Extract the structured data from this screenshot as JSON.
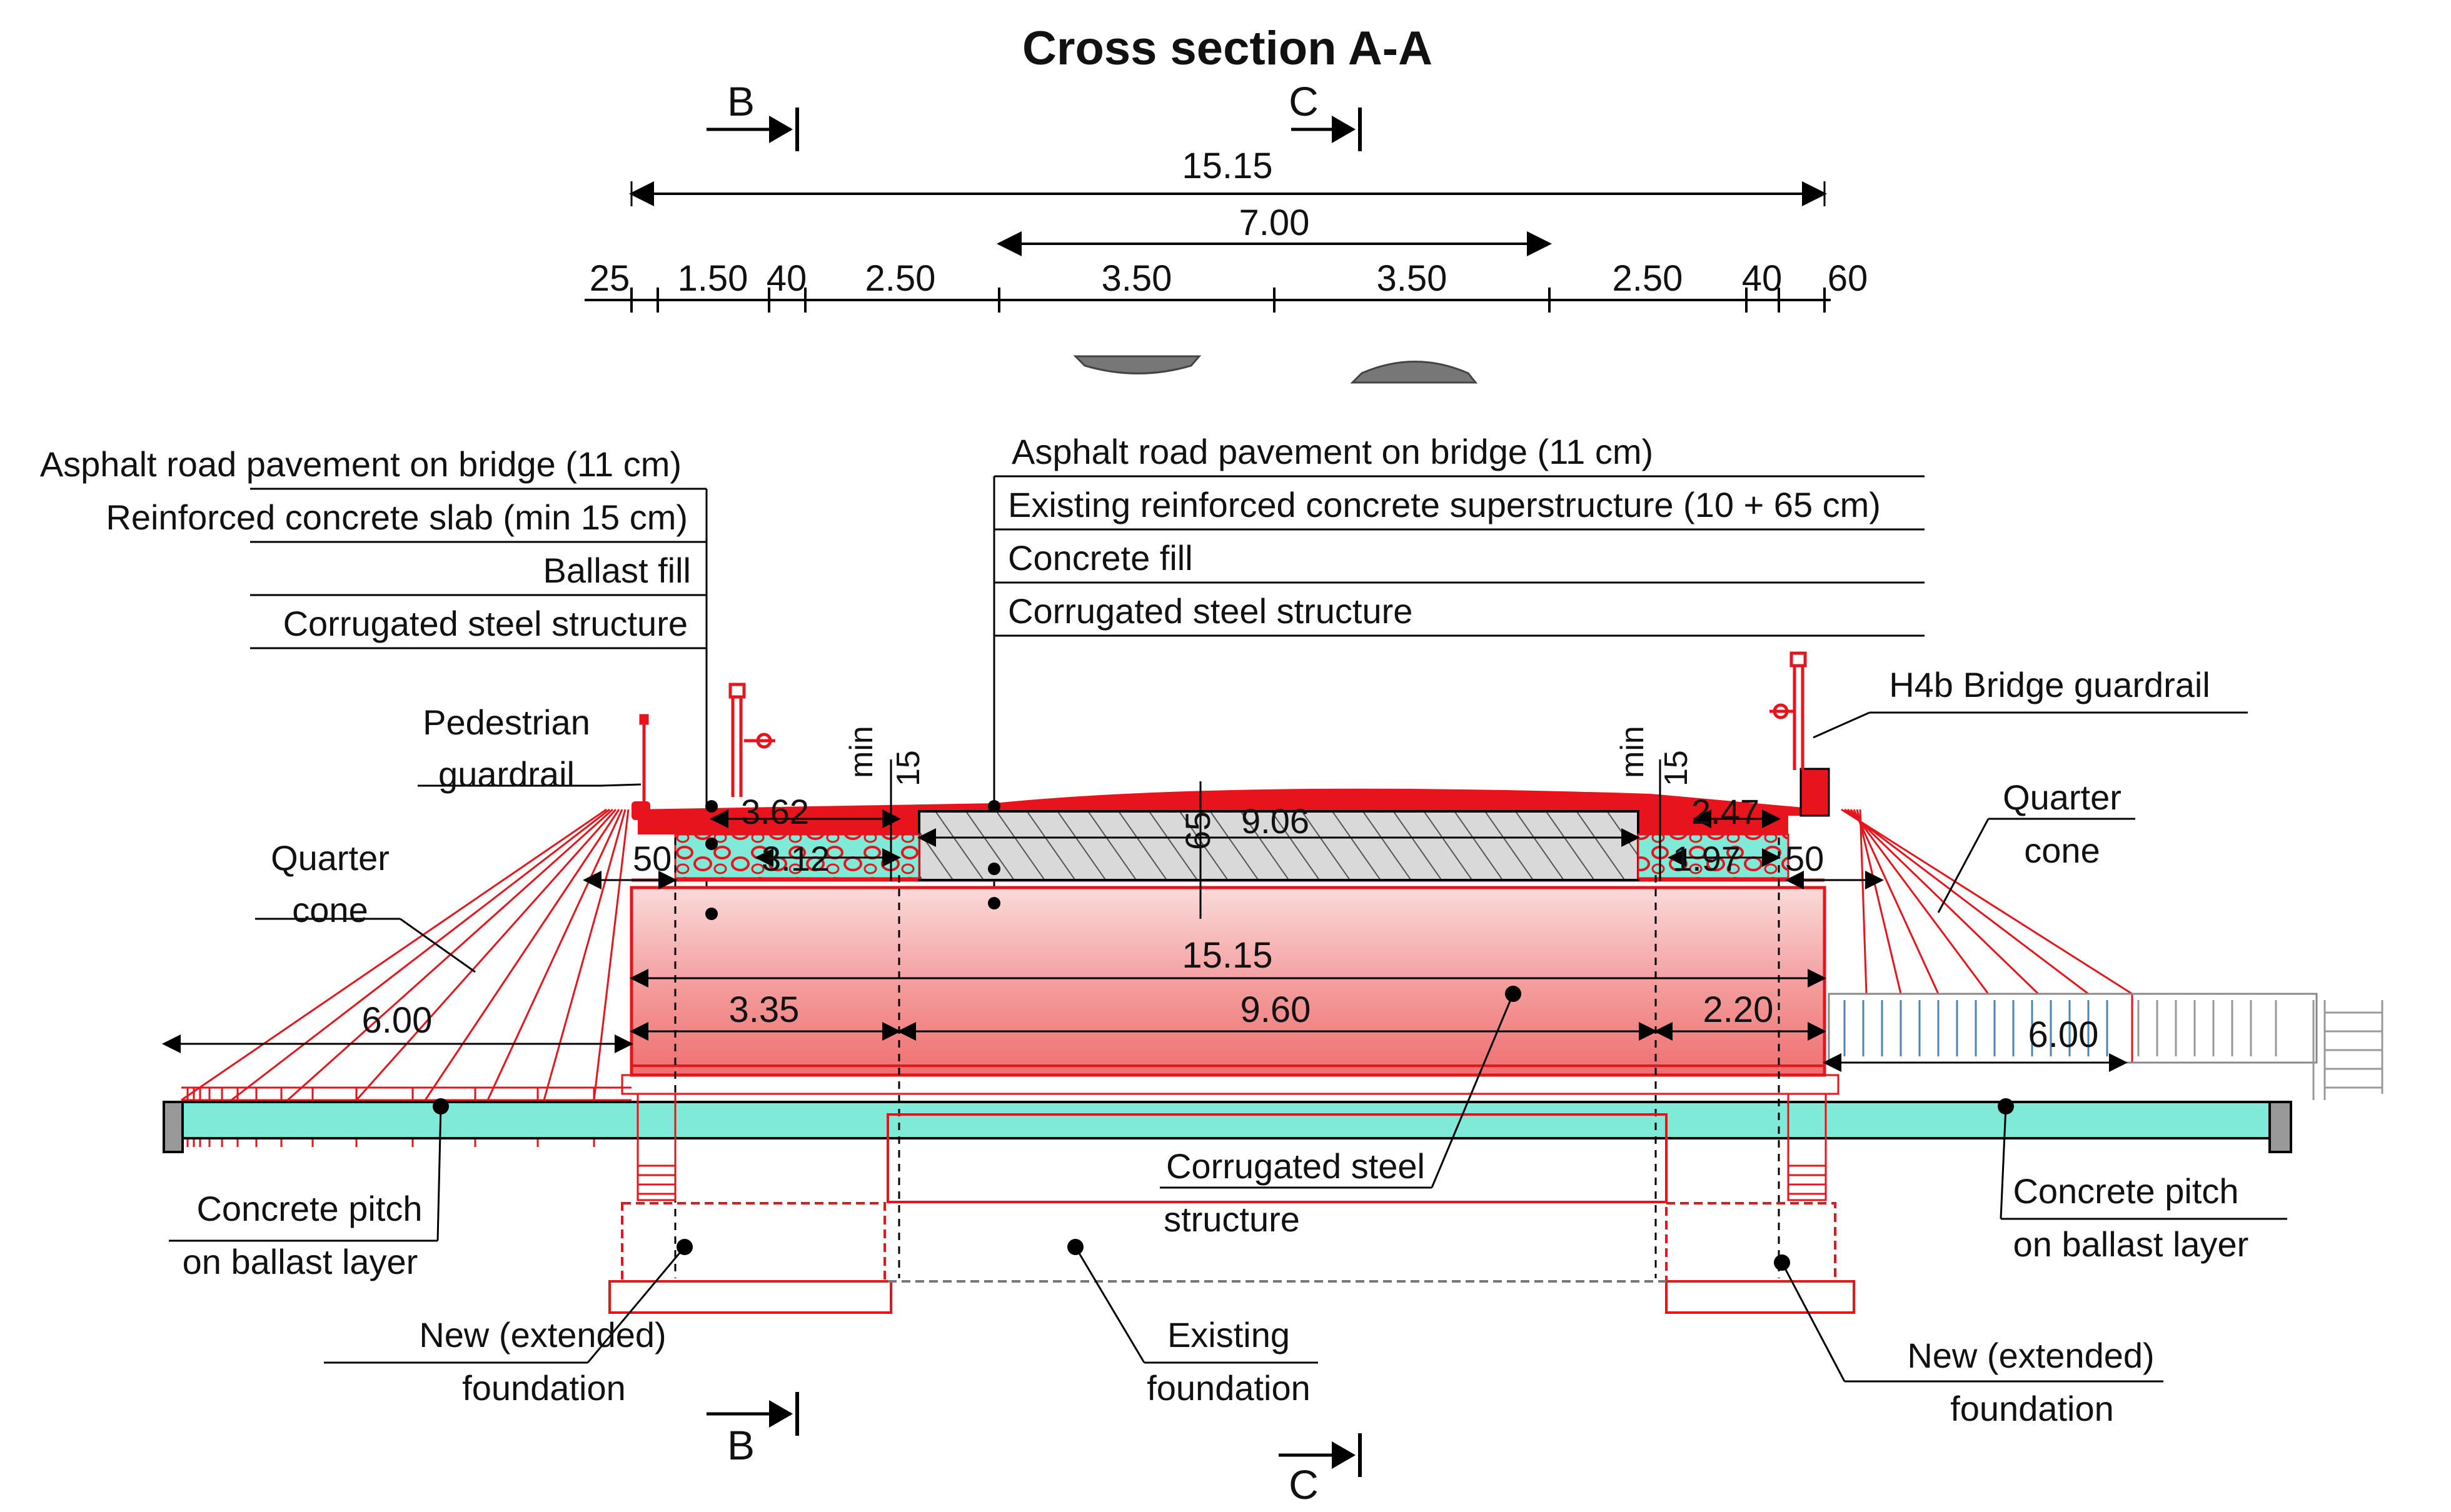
{
  "title": "Cross section A-A",
  "section_markers": [
    "B",
    "C",
    "B",
    "C"
  ],
  "top_dims": {
    "overall": "15.15",
    "carriageway": "7.00",
    "segments": [
      "25",
      "1.50",
      "40",
      "2.50",
      "3.50",
      "3.50",
      "2.50",
      "40",
      "60"
    ]
  },
  "layers_left": [
    "Asphalt road pavement on bridge (11 cm)",
    "Reinforced concrete slab (min 15 cm)",
    "Ballast fill",
    "Corrugated steel structure"
  ],
  "layers_center": [
    "Asphalt road pavement on bridge (11 cm)",
    "Existing reinforced concrete superstructure (10 + 65 cm)",
    "Concrete fill",
    "Corrugated steel structure"
  ],
  "labels": {
    "pedestrian_guardrail": [
      "Pedestrian",
      "guardrail"
    ],
    "h4b_guardrail": "H4b Bridge guardrail",
    "quarter_cone_left": [
      "Quarter",
      "cone"
    ],
    "quarter_cone_right": [
      "Quarter",
      "cone"
    ],
    "concrete_pitch_left": [
      "Concrete pitch",
      "on ballast layer"
    ],
    "concrete_pitch_right": [
      "Concrete pitch",
      "on ballast layer"
    ],
    "corrugated_steel": [
      "Corrugated steel",
      "structure"
    ],
    "new_foundation_left": [
      "New (extended)",
      "foundation"
    ],
    "existing_foundation": [
      "Existing",
      "foundation"
    ],
    "new_foundation_right": [
      "New (extended)",
      "foundation"
    ]
  },
  "section_dims": {
    "left_slab_top": "3.62",
    "left_slab_bottom": "3.12",
    "left_edge": "50",
    "center_width": "9.06",
    "center_depth": "65",
    "right_slab_top": "2.47",
    "right_slab_bottom": "1.97",
    "right_edge": "50",
    "min_label_left": "min",
    "min_value_left": "15",
    "min_label_right": "min",
    "min_value_right": "15",
    "culvert_width": "15.15",
    "culvert_left": "3.35",
    "culvert_center": "9.60",
    "culvert_right": "2.20",
    "cone_left": "6.00",
    "cone_right": "6.00"
  },
  "colors": {
    "red": "#e8141b",
    "culvert_fill": "#f08a8a",
    "pitch": "#7fead8",
    "gray_block": "#909090"
  }
}
